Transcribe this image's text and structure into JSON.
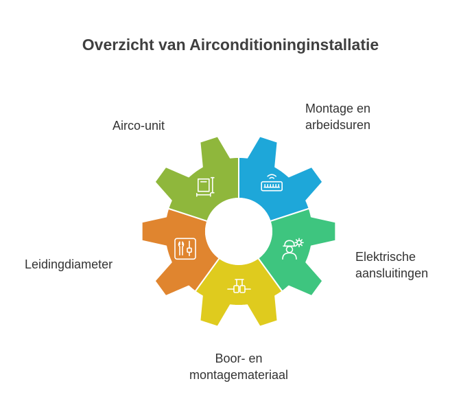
{
  "title": "Overzicht van Airconditioninginstallatie",
  "segments": [
    {
      "id": "airco-unit",
      "label_lines": [
        "Airco-unit"
      ],
      "color": "#1ea7d9",
      "icon": "air-conditioner-icon"
    },
    {
      "id": "montage",
      "label_lines": [
        "Montage en",
        "arbeidsuren"
      ],
      "color": "#3ec57f",
      "icon": "worker-gear-icon"
    },
    {
      "id": "elektrische",
      "label_lines": [
        "Elektrische",
        "aansluitingen"
      ],
      "color": "#dfcb1e",
      "icon": "electrical-connector-icon"
    },
    {
      "id": "boor",
      "label_lines": [
        "Boor- en",
        "montagemateriaal"
      ],
      "color": "#e0852f",
      "icon": "tools-icon"
    },
    {
      "id": "leidingdiameter",
      "label_lines": [
        "Leidingdiameter"
      ],
      "color": "#8fb73c",
      "icon": "pipe-diameter-icon"
    }
  ]
}
